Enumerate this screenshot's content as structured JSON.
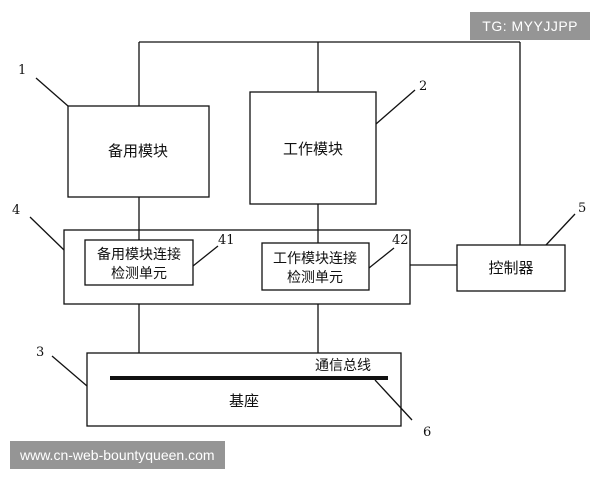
{
  "watermarks": {
    "top_right": "TG: MYYJJPP",
    "bottom_left": "www.cn-web-bountyqueen.com"
  },
  "boxes": {
    "backup_module": "备用模块",
    "working_module": "工作模块",
    "backup_detect_line1": "备用模块连接",
    "backup_detect_line2": "检测单元",
    "working_detect_line1": "工作模块连接",
    "working_detect_line2": "检测单元",
    "controller": "控制器",
    "base": "基座",
    "bus": "通信总线"
  },
  "callouts": {
    "n1": "1",
    "n2": "2",
    "n3": "3",
    "n4": "4",
    "n5": "5",
    "n6": "6",
    "n41": "41",
    "n42": "42"
  }
}
